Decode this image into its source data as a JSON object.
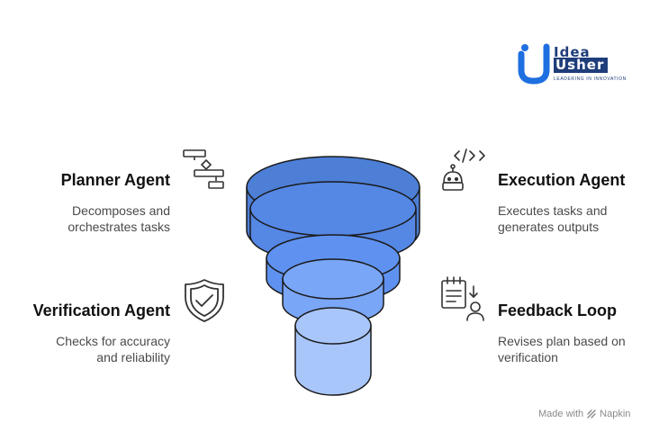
{
  "logo": {
    "line1": "Idea",
    "line2": "Usher",
    "tagline": "LEADERING IN INNOVATION"
  },
  "nodes": {
    "planner": {
      "title": "Planner Agent",
      "desc_line1": "Decomposes and",
      "desc_line2": "orchestrates tasks",
      "icon": "flowchart-icon"
    },
    "execution": {
      "title": "Execution Agent",
      "desc_line1": "Executes tasks and",
      "desc_line2": "generates outputs",
      "icon": "robot-code-icon"
    },
    "verification": {
      "title": "Verification Agent",
      "desc_line1": "Checks for accuracy",
      "desc_line2": "and reliability",
      "icon": "shield-check-icon"
    },
    "feedback": {
      "title": "Feedback Loop",
      "desc_line1": "Revises plan based on",
      "desc_line2": "verification",
      "icon": "clipboard-user-icon"
    }
  },
  "colors": {
    "tier1": "#4d7fd6",
    "tier2": "#5587e4",
    "tier3": "#5f92f0",
    "tier4": "#7aa6f7",
    "tier5": "#a9c6fb"
  },
  "footer": {
    "made_with": "Made with",
    "brand": "Napkin"
  }
}
